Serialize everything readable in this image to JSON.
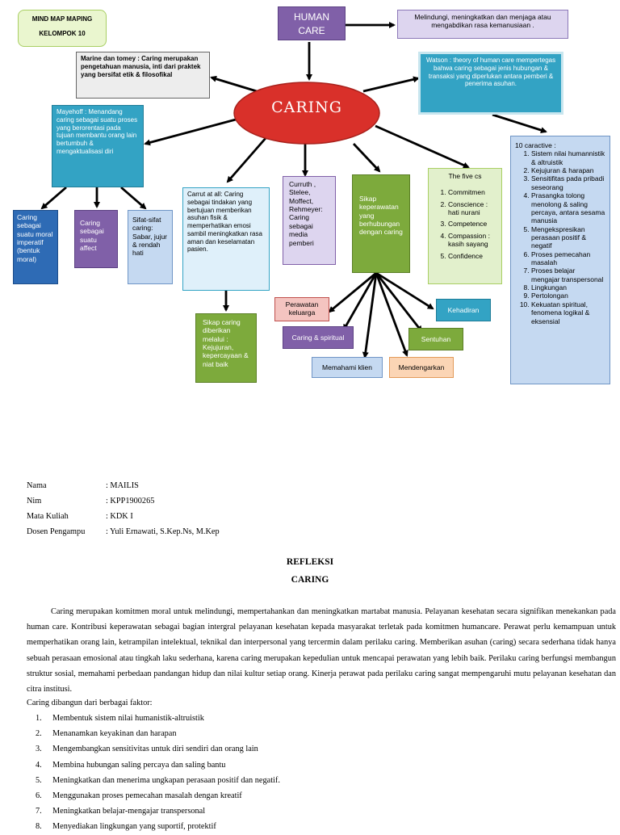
{
  "mindmap": {
    "header_box": {
      "line1": "MIND MAP MAPING",
      "line2": "KELOMPOK 10"
    },
    "human_care": {
      "label": "HUMAN CARE"
    },
    "human_care_def": {
      "text": "Melindungi, meningkatkan dan menjaga atau mengabdikan rasa kemanusiaan ."
    },
    "marine": {
      "text": "Marine dan tomey : Caring merupakan pengetahuan manusia, inti dari praktek yang bersifat etik & filosofikal"
    },
    "watson": {
      "text": "Watson : theory of human care mempertegas bahwa caring sebagai jenis hubungan & transaksi yang diperlukan antara pemberi & penerima asuhan."
    },
    "caring": {
      "label": "CARING"
    },
    "mayehoff": {
      "text": "Mayehoff : Menandang caring sebagai suatu proses yang berorentasi pada tujuan membantu orang lain bertumbuh & mengaktualisasi diri"
    },
    "moral": {
      "text": "Caring sebagai suatu moral imperatif (bentuk moral)"
    },
    "affect": {
      "text": "Caring sebagai suatu affect"
    },
    "sifat": {
      "text": "Sifat-sifat caring: Sabar, jujur & rendah hati"
    },
    "carrut": {
      "text": "Carrut at all: Caring sebagai tindakan yang bertujuan memberikan asuhan fisik & memperhatikan emosi sambil meningkatkan rasa aman dan keselamatan pasien."
    },
    "sikap_diberikan": {
      "text": "Sikap caring diberikan melalui : Kejujuran, kepercayaan & niat baik"
    },
    "curruth": {
      "text": "Curruth , Stelee, Moffect, Rehmeyer: Caring sebagai media pemberi"
    },
    "sikap_perawatan": {
      "text": "Sikap keperawatan yang berhubungan dengan caring"
    },
    "five_cs": {
      "title": "The five cs",
      "items": [
        "Commitmen",
        "Conscience : hati nurani",
        "Competence",
        "Compassion : kasih sayang",
        "Confidence"
      ]
    },
    "caractive": {
      "title": "10 caractive :",
      "items": [
        "Sistem nilai humannistik & altruistik",
        "Kejujuran & harapan",
        "Sensitifitas pada pribadi seseorang",
        "Prasangka tolong menolong & saling percaya, antara sesama manusia",
        "Mengekspresikan perasaan positif & negatif",
        "Proses pemecahan masalah",
        "Proses belajar mengajar transpersonal",
        "Lingkungan",
        "Pertolongan",
        "Kekuatan spiritual, fenomena logikal & eksensial"
      ]
    },
    "perawatan_keluarga": {
      "label": "Perawatan keluarga"
    },
    "kehadiran": {
      "label": "Kehadiran"
    },
    "caring_spiritual": {
      "label": "Caring & spiritual"
    },
    "sentuhan": {
      "label": "Sentuhan"
    },
    "memahami_klien": {
      "label": "Memahami klien"
    },
    "mendengarkan": {
      "label": "Mendengarkan"
    },
    "colors": {
      "caring_ellipse": "#d9302a",
      "purple_box": "#8060a8",
      "teal_box": "#33a3c4",
      "blue_box": "#2e6bb5",
      "green_box": "#7daa3c",
      "light_blue": "#c5d9f1",
      "light_purple": "#ddd5ef",
      "light_green": "#e2f0cc",
      "gray_box": "#ededed"
    }
  },
  "identity": {
    "nama_label": "Nama",
    "nama_value": ": MAILIS",
    "nim_label": "Nim",
    "nim_value": ": KPP1900265",
    "mk_label": "Mata Kuliah",
    "mk_value": ": KDK I",
    "dosen_label": "Dosen Pengampu",
    "dosen_value": ": Yuli Ernawati, S.Kep.Ns, M.Kep"
  },
  "document": {
    "title1": "REFLEKSI",
    "title2": "CARING",
    "paragraph": "Caring merupakan komitmen moral untuk melindungi, mempertahankan dan meningkatkan martabat manusia. Pelayanan kesehatan secara signifikan menekankan pada human care. Kontribusi keperawatan sebagai bagian intergral pelayanan kesehatan kepada masyarakat terletak pada komitmen humancare. Perawat perlu kemampuan untuk memperhatikan orang lain, ketrampilan intelektual, teknikal dan interpersonal yang tercermin dalam perilaku caring. Memberikan asuhan (caring) secara sederhana tidak hanya sebuah perasaan emosional atau tingkah laku sederhana, karena caring merupakan kepedulian untuk mencapai perawatan yang lebih baik. Perilaku caring berfungsi membangun struktur sosial, memahami perbedaan pandangan hidup dan nilai kultur setiap orang. Kinerja perawat pada perilaku caring sangat mempengaruhi mutu pelayanan kesehatan dan citra institusi.",
    "list_intro": "Caring dibangun dari berbagai faktor:",
    "factors": [
      "Membentuk sistem nilai humanistik-altruistik",
      "Menanamkan keyakinan dan harapan",
      "Mengembangkan sensitivitas untuk diri sendiri dan orang lain",
      "Membina hubungan saling percaya dan saling bantu",
      "Meningkatkan dan menerima ungkapan perasaan positif dan negatif.",
      "Menggunakan proses pemecahan masalah dengan kreatif",
      "Meningkatkan belajar-mengajar transpersonal",
      "Menyediakan lingkungan yang suportif, protektif"
    ]
  }
}
